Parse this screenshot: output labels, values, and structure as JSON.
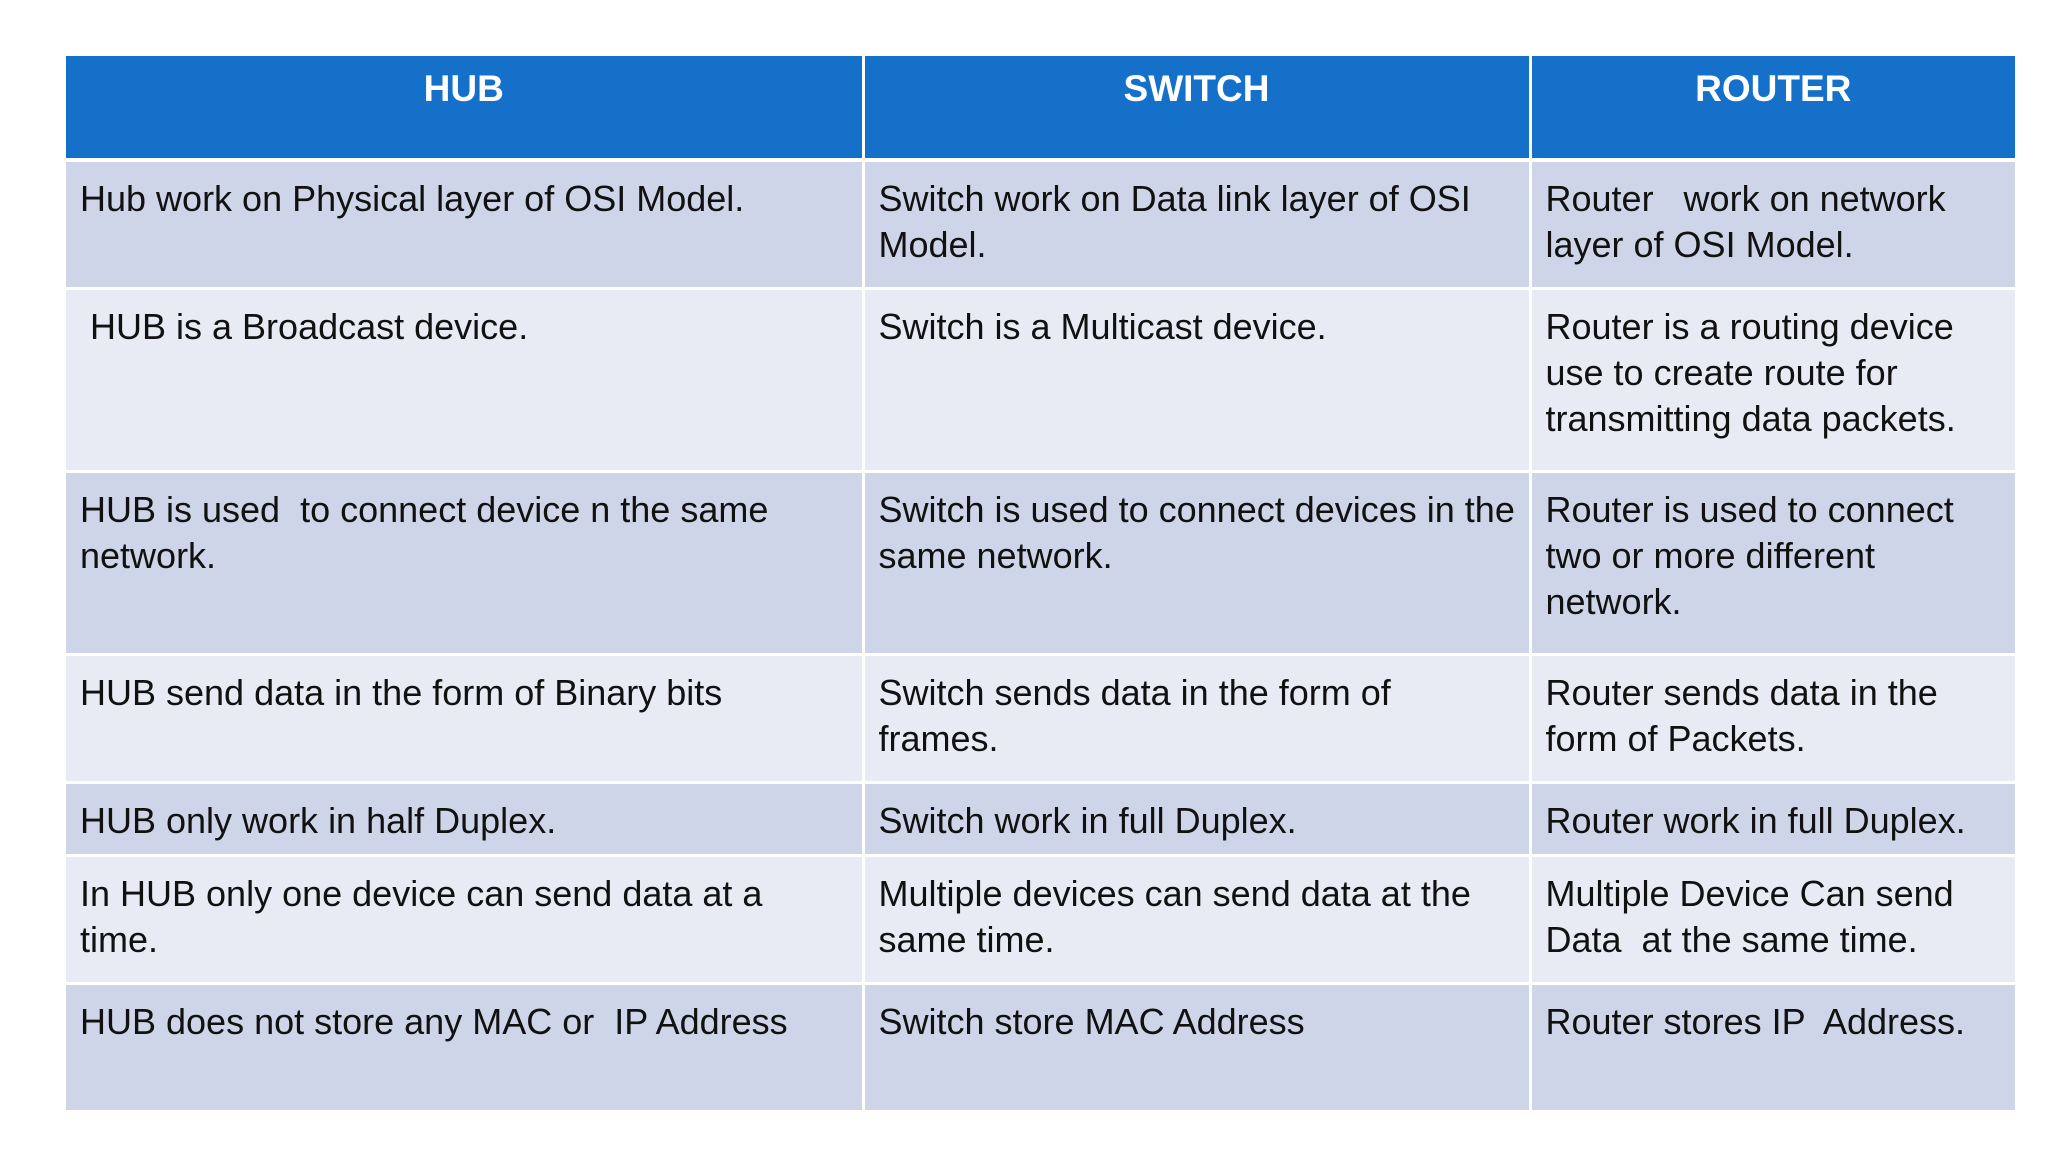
{
  "table": {
    "headers": [
      "HUB",
      "SWITCH",
      "ROUTER"
    ],
    "rows": [
      [
        "Hub work on Physical layer of OSI Model.",
        "Switch work on Data link layer of OSI Model.",
        "Router   work on network layer of OSI Model."
      ],
      [
        " HUB is a Broadcast device.",
        "Switch is a Multicast device.",
        "Router is a routing device use to create route for transmitting data packets."
      ],
      [
        "HUB is used  to connect device n the same network.",
        "Switch is used to connect devices in the same network.",
        "Router is used to connect two or more different network."
      ],
      [
        "HUB send data in the form of Binary bits",
        "Switch sends data in the form of frames.",
        "Router sends data in the form of Packets."
      ],
      [
        "HUB only work in half Duplex.",
        "Switch work in full Duplex.",
        "Router work in full Duplex."
      ],
      [
        "In HUB only one device can send data at a time.",
        "Multiple devices can send data at the same time.",
        "Multiple Device Can send Data  at the same time."
      ],
      [
        "HUB does not store any MAC or  IP Address",
        "Switch store MAC Address",
        "Router stores IP  Address."
      ]
    ]
  },
  "colors": {
    "header_bg": "#1470c9",
    "row_dark": "#cfd5e8",
    "row_light": "#e8ebf4"
  }
}
